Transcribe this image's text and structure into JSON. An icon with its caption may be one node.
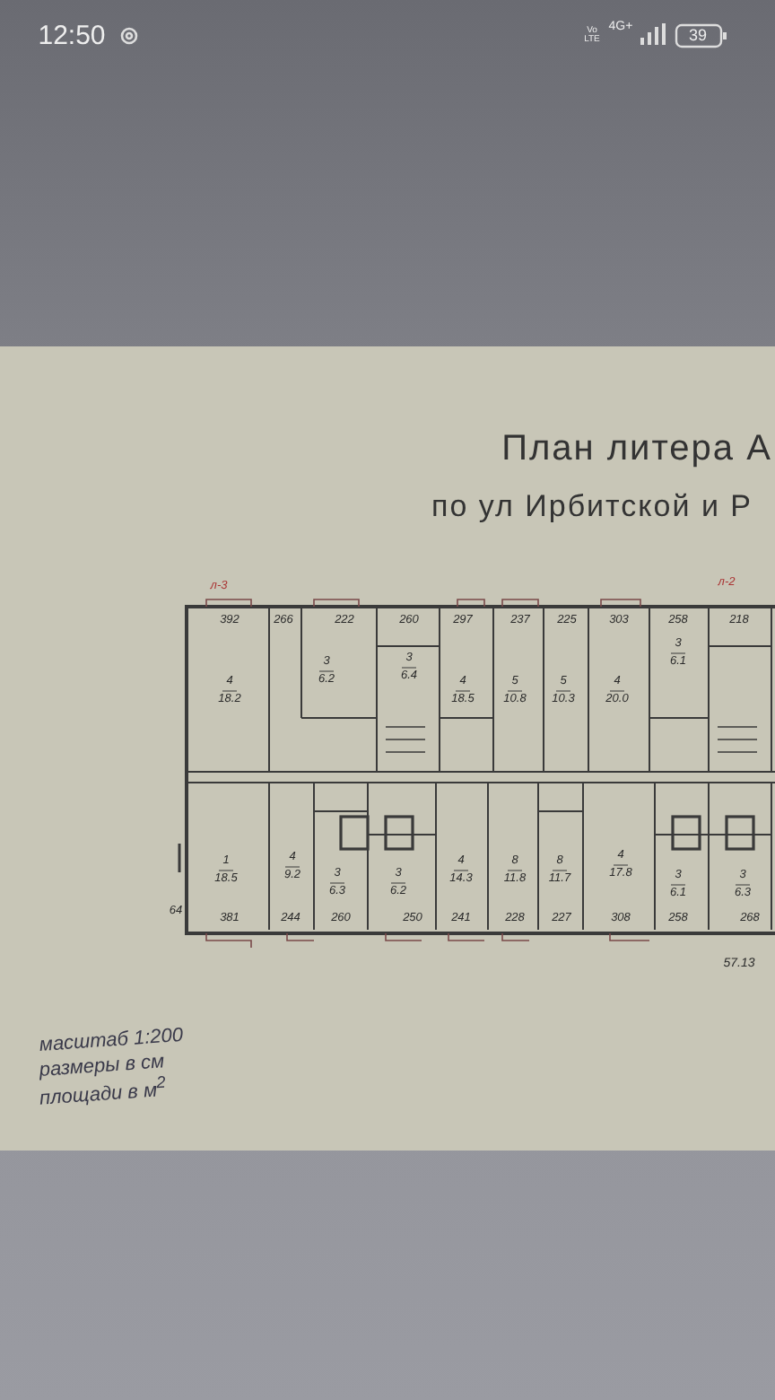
{
  "diagram": {
    "labels": [
      "12:50",
      "Vo LTE",
      "4G+",
      "39",
      "План литера А",
      "по ул Ирбитской и Р",
      "л-3",
      "л-2",
      "392",
      "266",
      "222",
      "260",
      "297",
      "237",
      "225",
      "303",
      "258",
      "218",
      "4",
      "18.2",
      "3",
      "6.2",
      "3",
      "6.4",
      "4",
      "18.5",
      "5",
      "10.8",
      "5",
      "10.3",
      "4",
      "20.0",
      "3",
      "6.1",
      "1",
      "18.5",
      "4",
      "9.2",
      "3",
      "6.3",
      "3",
      "6.2",
      "4",
      "14.3",
      "8",
      "11.8",
      "8",
      "11.7",
      "4",
      "17.8",
      "3",
      "6.1",
      "3",
      "6.3",
      "64",
      "381",
      "244",
      "260",
      "250",
      "241",
      "228",
      "227",
      "308",
      "258",
      "268",
      "57.13",
      "масштаб 1:200",
      "размеры в см",
      "площади в м$^{2}$"
    ]
  }
}
